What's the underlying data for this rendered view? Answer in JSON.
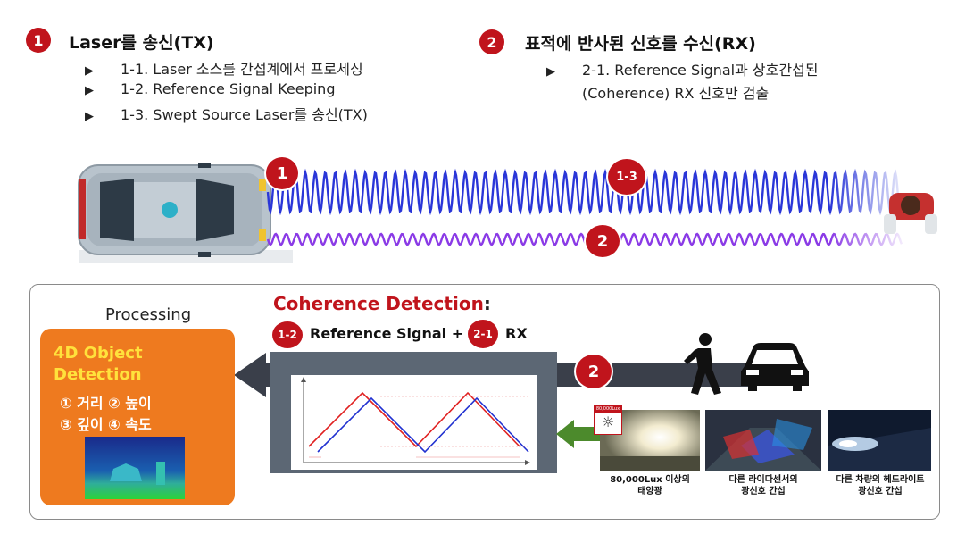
{
  "steps": {
    "step1": {
      "badge": "1",
      "title": "Laser를 송신(TX)",
      "items": [
        "1-1. Laser 소스를 간섭계에서 프로세싱",
        "1-2. Reference Signal Keeping",
        "1-3. Swept Source Laser를 송신(TX)"
      ]
    },
    "step2": {
      "badge": "2",
      "title": "표적에 반사된 신호를 수신(RX)",
      "items": [
        "2-1. Reference Signal과 상호간섭된",
        "(Coherence) RX 신호만 검출"
      ]
    }
  },
  "scene": {
    "badge_tx": "1",
    "badge_wave": "1-3",
    "badge_rx": "2"
  },
  "panel": {
    "processing_label": "Processing",
    "coherence_title": "Coherence Detection",
    "coherence_colon": ":",
    "formula": {
      "badge_a": "1-2",
      "text_a": "Reference Signal +",
      "badge_b": "2-1",
      "text_b": "RX"
    },
    "arrow_badge": "2",
    "object_detection": {
      "title": "4D Object Detection",
      "row1": "① 거리 ② 높이",
      "row2": "③ 깊이 ④ 속도"
    },
    "interference": [
      {
        "caption": "80,000Lux 이상의\n태양광",
        "lux_tag": "80,000Lux"
      },
      {
        "caption": "다른 라이다센서의\n광신호 간섭"
      },
      {
        "caption": "다른 차량의 헤드라이트\n광신호 간섭"
      }
    ]
  },
  "colors": {
    "badge_red": "#c0141c",
    "tx_wave": "#2a36d8",
    "rx_wave": "#8a3ae6",
    "orange": "#ee7a1f",
    "title_red": "#c0141c",
    "arrow_dark": "#3a3f4a",
    "arrow_green": "#4c8a2c"
  }
}
